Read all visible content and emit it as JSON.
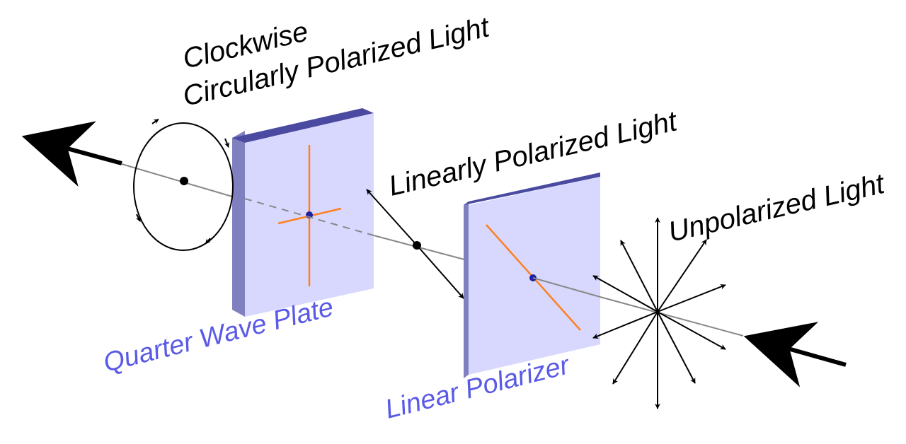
{
  "labels": {
    "circular_line1": "Clockwise",
    "circular_line2": "Circularly Polarized Light",
    "linear_light": "Linearly Polarized Light",
    "unpolarized_light": "Unpolarized Light",
    "quarter_wave_plate": "Quarter Wave Plate",
    "linear_polarizer": "Linear Polarizer"
  },
  "colors": {
    "plate_face": "#d8d8ff",
    "plate_edge": "#8080c0",
    "plate_top": "#5050a8",
    "axis_orange": "#ff8020",
    "label_blue": "#5a5ae6",
    "beam_gray": "#888888"
  }
}
